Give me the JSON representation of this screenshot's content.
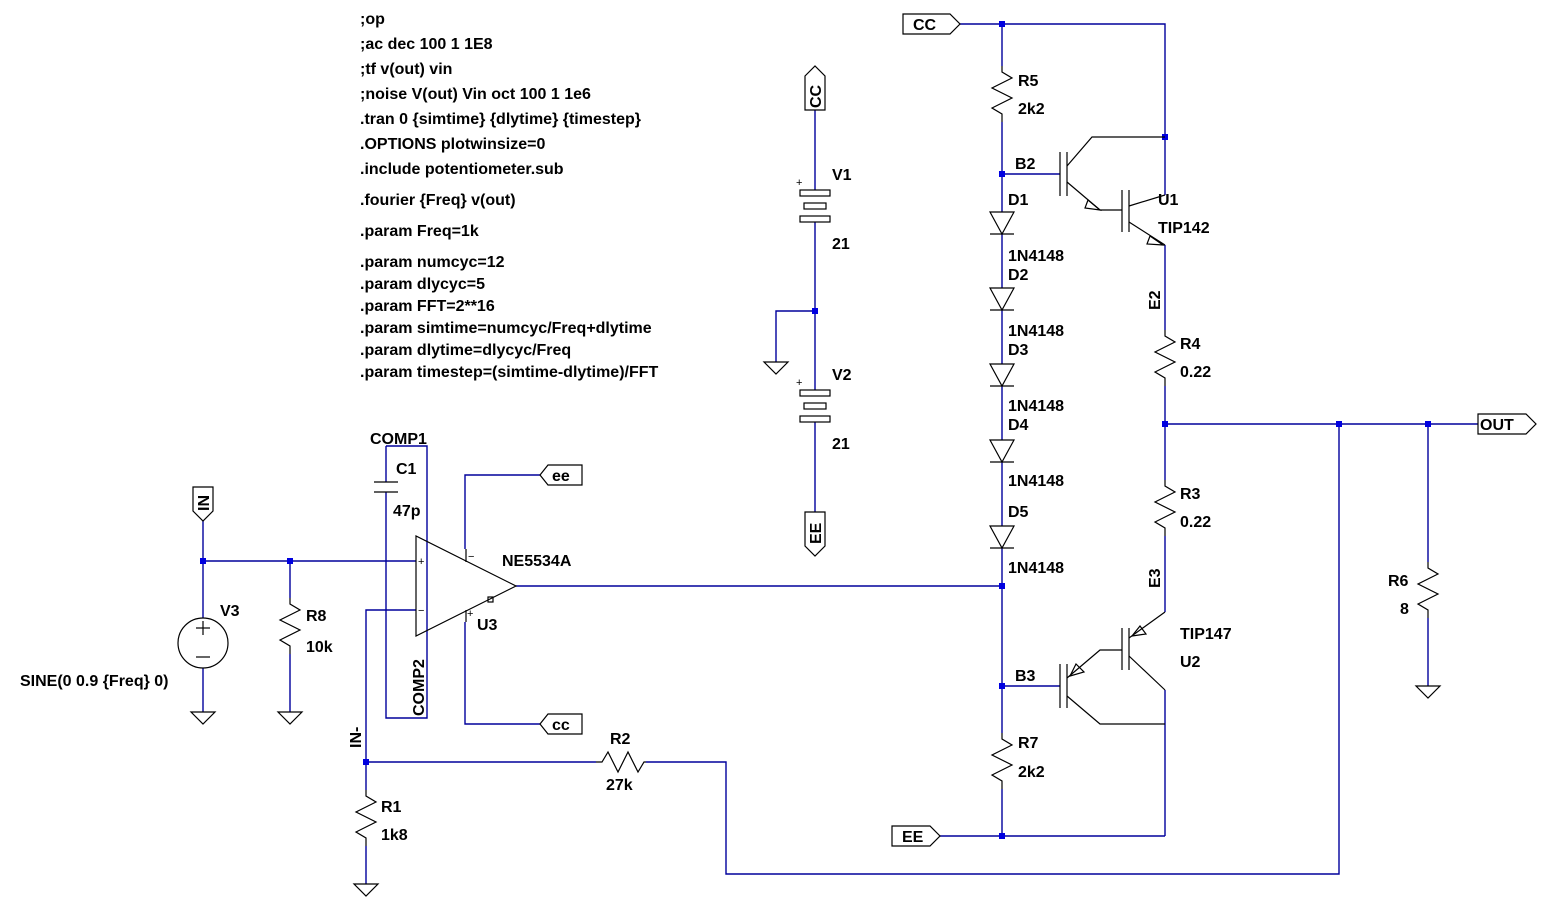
{
  "directives": [
    ";op",
    ";ac dec 100 1 1E8",
    ";tf v(out) vin",
    ";noise V(out) Vin oct 100 1 1e6",
    ".tran 0 {simtime} {dlytime} {timestep}",
    ".OPTIONS plotwinsize=0",
    ".include potentiometer.sub",
    ".fourier {Freq} v(out)",
    ".param Freq=1k",
    ".param numcyc=12",
    ".param dlycyc=5",
    ".param FFT=2**16",
    ".param simtime=numcyc/Freq+dlytime",
    ".param dlytime=dlycyc/Freq",
    ".param timestep=(simtime-dlytime)/FFT"
  ],
  "ports": {
    "cc_top": "CC",
    "ee_bottom": "EE",
    "v_cc": "CC",
    "v_ee": "EE",
    "in": "IN",
    "out": "OUT",
    "ee_opamp": "ee",
    "cc_opamp": "cc"
  },
  "components": {
    "V1": {
      "name": "V1",
      "value": "21"
    },
    "V2": {
      "name": "V2",
      "value": "21"
    },
    "V3": {
      "name": "V3",
      "value": "SINE(0 0.9 {Freq} 0)"
    },
    "R1": {
      "name": "R1",
      "value": "1k8"
    },
    "R2": {
      "name": "R2",
      "value": "27k"
    },
    "R3": {
      "name": "R3",
      "value": "0.22"
    },
    "R4": {
      "name": "R4",
      "value": "0.22"
    },
    "R5": {
      "name": "R5",
      "value": "2k2"
    },
    "R6": {
      "name": "R6",
      "value": "8"
    },
    "R7": {
      "name": "R7",
      "value": "2k2"
    },
    "R8": {
      "name": "R8",
      "value": "10k"
    },
    "C1": {
      "name": "C1",
      "value": "47p"
    },
    "D1": {
      "name": "D1",
      "value": "1N4148"
    },
    "D2": {
      "name": "D2",
      "value": "1N4148"
    },
    "D3": {
      "name": "D3",
      "value": "1N4148"
    },
    "D4": {
      "name": "D4",
      "value": "1N4148"
    },
    "D5": {
      "name": "D5",
      "value": "1N4148"
    },
    "U1": {
      "name": "U1",
      "value": "TIP142"
    },
    "U2": {
      "name": "U2",
      "value": "TIP147"
    },
    "U3": {
      "name": "U3",
      "value": "NE5534A"
    }
  },
  "net_labels": {
    "b2": "B2",
    "b3": "B3",
    "e2": "E2",
    "e3": "E3",
    "in_minus": "IN-",
    "comp1": "COMP1",
    "comp2": "COMP2"
  },
  "pin_signs": {
    "plus": "+",
    "minus": "−"
  }
}
